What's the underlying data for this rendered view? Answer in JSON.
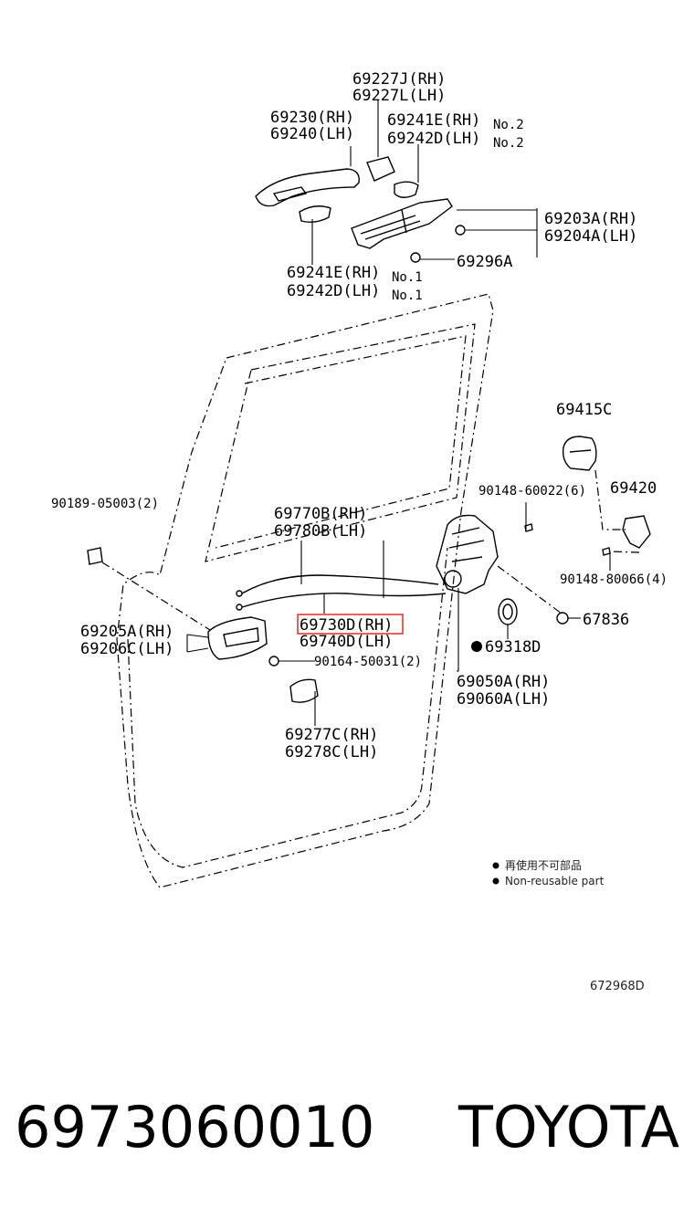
{
  "labels": {
    "l1": "69227J(RH)",
    "l2": "69227L(LH)",
    "l3": "69230(RH)",
    "l4": "69240(LH)",
    "l5": "69241E(RH)",
    "l5s": "No.2",
    "l6": "69242D(LH)",
    "l6s": "No.2",
    "l7": "69203A(RH)",
    "l8": "69204A(LH)",
    "l9": "69296A",
    "l10": "69241E(RH)",
    "l10s": "No.1",
    "l11": "69242D(LH)",
    "l11s": "No.1",
    "l12": "69415C",
    "l13": "90148-60022(6)",
    "l14": "69420",
    "l15": "90189-05003(2)",
    "l16": "69770B(RH)",
    "l17": "69780B(LH)",
    "l18": "90148-80066(4)",
    "l19": "69730D(RH)",
    "l20": "69740D(LH)",
    "l21": "67836",
    "l22": "69205A(RH)",
    "l23": "69206C(LH)",
    "l24": "69318D",
    "l25": "90164-50031(2)",
    "l26": "69050A(RH)",
    "l27": "69060A(LH)",
    "l28": "69277C(RH)",
    "l29": "69278C(LH)"
  },
  "legend": {
    "line1": "再使用不可部品",
    "line2": "Non-reusable part"
  },
  "reference_code": "672968D",
  "footer": {
    "part_number": "6973060010",
    "brand": "TOYOTA"
  },
  "colors": {
    "highlight": "#e53935",
    "ink": "#000000"
  },
  "highlighted_part": "69730D(RH)"
}
